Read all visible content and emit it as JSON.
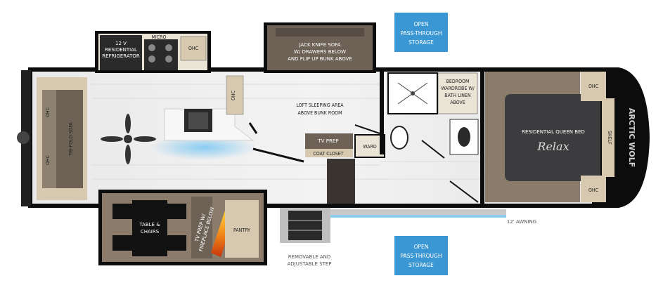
{
  "labels": {
    "refrigerator": [
      "12 V",
      "RESIDENTIAL",
      "REFRIGERATOR"
    ],
    "micro": "MICRO",
    "ohc": "OHC",
    "sofa_top": [
      "JACK KNIFE SOFA",
      "W/ DRAWERS BELOW",
      "AND FLIP UP BUNK ABOVE"
    ],
    "storage_top": [
      "OPEN",
      "PASS-THROUGH",
      "STORAGE"
    ],
    "storage_bottom": [
      "OPEN",
      "PASS-THROUGH",
      "STORAGE"
    ],
    "loft": [
      "LOFT SLEEPING AREA",
      "ABOVE BUNK ROOM"
    ],
    "tri_fold_sofa": "TRI-FOLD SOFA",
    "tv_prep": "TV PREP",
    "coat_closet": "COAT CLOSET",
    "ward": "WARD",
    "bedroom_wardrobe": [
      "BEDROOM",
      "WARDROBE W/",
      "BATH LINEN",
      "ABOVE"
    ],
    "queen_bed": "RESIDENTIAL QUEEN BED",
    "relax": "Relax",
    "shelf": "SHELF",
    "table_chairs": [
      "TABLE &",
      "CHAIRS"
    ],
    "tv_fireplace": [
      "TV PREP W/",
      "FIREPLACE BELOW"
    ],
    "pantry": "PANTRY",
    "step": [
      "REMOVABLE AND",
      "ADJUSTABLE STEP"
    ],
    "awning": "12' AWNING",
    "hitch_brand": "ARCTIC WOLF"
  },
  "colors": {
    "wall": "#0c0c0c",
    "floor": "#ececec",
    "storage_blue": "#3b97d3",
    "bed_dark": "#3c3c3e",
    "wood": "#8a7b6b",
    "cabinet": "#d6c9b0",
    "sofa": "#6e6257"
  }
}
